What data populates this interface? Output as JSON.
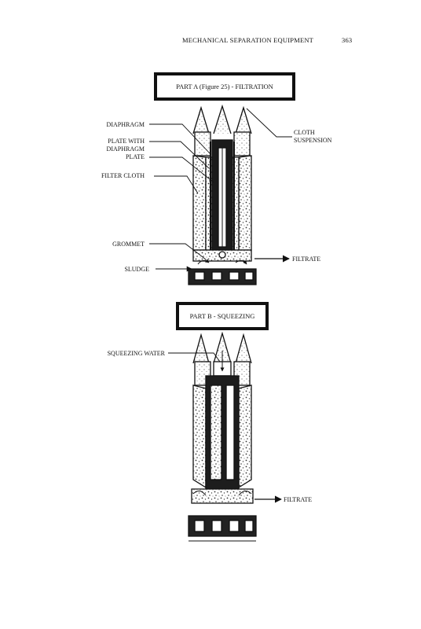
{
  "header": {
    "title": "MECHANICAL SEPARATION EQUIPMENT",
    "page_number": "363"
  },
  "part_a": {
    "title": "PART A (Figure 25) - FILTRATION",
    "labels": {
      "diaphragm": "DIAPHRAGM",
      "plate_with_diaphragm_plate": "PLATE WITH\nDIAPHRAGM\nPLATE",
      "filter_cloth": "FILTER CLOTH",
      "grommet": "GROMMET",
      "sludge": "SLUDGE",
      "cloth_suspension": "CLOTH\nSUSPENSION",
      "filtrate": "FILTRATE"
    }
  },
  "part_b": {
    "title": "PART B - SQUEEZING",
    "labels": {
      "squeezing_water": "SQUEEZING WATER",
      "filtrate": "FILTRATE"
    }
  },
  "colors": {
    "ink": "#111111",
    "paper": "#ffffff",
    "speckle": "#555555"
  }
}
